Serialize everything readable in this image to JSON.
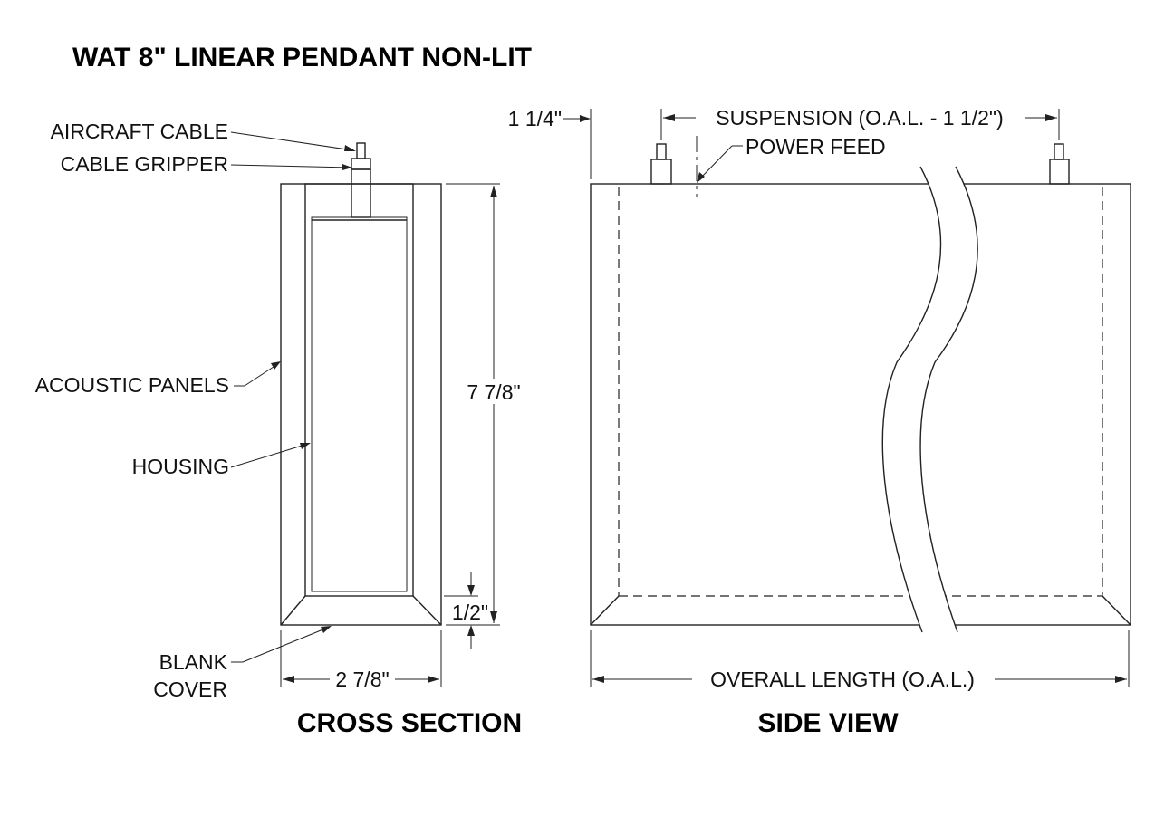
{
  "title": "WAT 8\" LINEAR PENDANT NON-LIT",
  "cross_section": {
    "view_title": "CROSS SECTION",
    "labels": {
      "aircraft_cable": "AIRCRAFT CABLE",
      "cable_gripper": "CABLE GRIPPER",
      "acoustic_panels": "ACOUSTIC PANELS",
      "housing": "HOUSING",
      "blank_cover_line1": "BLANK",
      "blank_cover_line2": "COVER"
    },
    "dimensions": {
      "height": "7 7/8\"",
      "bottom": "1/2\"",
      "width": "2 7/8\""
    }
  },
  "side_view": {
    "view_title": "SIDE VIEW",
    "labels": {
      "power_feed": "POWER FEED"
    },
    "dimensions": {
      "end_offset": "1 1/4\"",
      "suspension": "SUSPENSION (O.A.L. - 1 1/2\")",
      "overall_length": "OVERALL LENGTH (O.A.L.)"
    }
  }
}
